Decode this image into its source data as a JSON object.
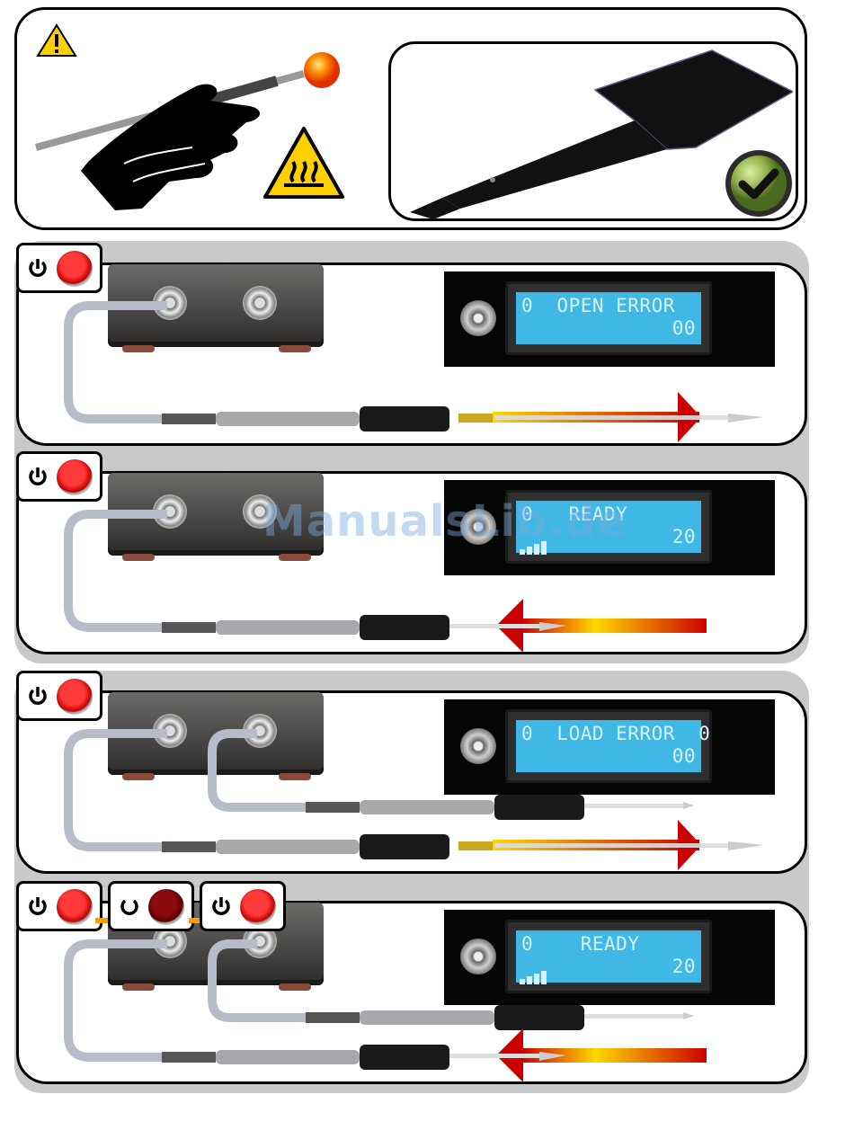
{
  "screens": [
    {
      "line1": "0  OPEN ERROR",
      "line2": "00",
      "bars": false
    },
    {
      "line1": "0   READY",
      "line2": "20",
      "bars": true
    },
    {
      "line1": "0  LOAD ERROR  0",
      "line2": "00",
      "bars": false
    },
    {
      "line1": "0    READY",
      "line2": "20",
      "bars": true
    }
  ],
  "watermark": "ManualsLib.de",
  "icons": [
    "warning-icon",
    "hot-surface-icon",
    "check-icon",
    "power-icon",
    "standby-icon"
  ],
  "colors": {
    "lcd": "#3fb8e6",
    "heat_start": "#ffd700",
    "heat_end": "#cc0000",
    "check": "#7a9a3a"
  }
}
